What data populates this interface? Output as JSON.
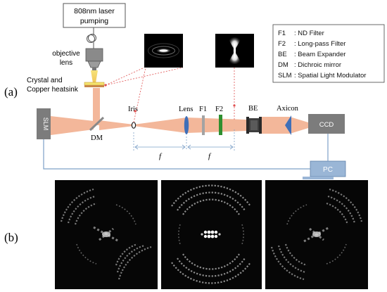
{
  "panel_a": {
    "label": "(a)",
    "laser_box": [
      "808nm laser",
      "pumping"
    ],
    "objective_lens": [
      "objective",
      "lens"
    ],
    "crystal": [
      "Crystal and",
      "Copper heatsink"
    ],
    "slm": "SLM",
    "dm": "DM",
    "iris": "Iris",
    "lens": "Lens",
    "f1": "F1",
    "f2": "F2",
    "be": "BE",
    "axicon": "Axicon",
    "ccd": "CCD",
    "pc": "PC",
    "f_left": "f",
    "f_right": "f",
    "legend": [
      {
        "abbr": "F1",
        "text": ": ND Filter"
      },
      {
        "abbr": "F2",
        "text": ": Long-pass Filter"
      },
      {
        "abbr": "BE",
        "text": ": Beam Expander"
      },
      {
        "abbr": "DM",
        "text": ": Dichroic mirror"
      },
      {
        "abbr": "SLM",
        "text": ": Spatial Light Modulator"
      }
    ]
  },
  "panel_b": {
    "label": "(b)"
  },
  "colors": {
    "beam": "#f3b79a",
    "lens_blue": "#3f6fb8",
    "filter_gray": "#a3a3a3",
    "filter_green": "#2f8f2f",
    "device_gray": "#7c7c7c",
    "connector_blue": "#7da0c8",
    "guide_red": "#e05050",
    "crystal_yellow": "#f4e36d"
  }
}
